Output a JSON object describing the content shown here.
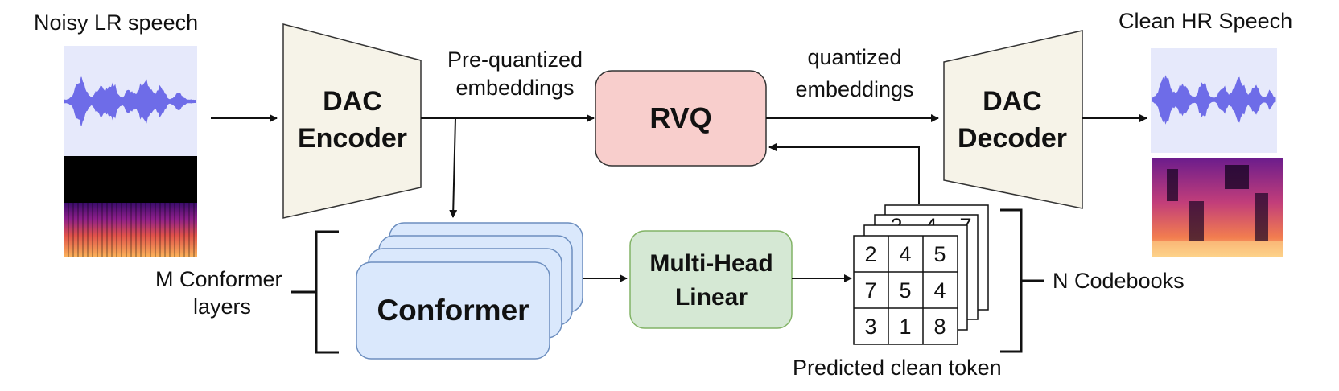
{
  "labels": {
    "input_title": "Noisy LR speech",
    "output_title": "Clean HR Speech",
    "pre_quantized_1": "Pre-quantized",
    "pre_quantized_2": "embeddings",
    "quantized_1": "quantized",
    "quantized_2": "embeddings",
    "m_conformer_1": "M Conformer",
    "m_conformer_2": "layers",
    "n_codebooks": "N Codebooks",
    "predicted": "Predicted clean token"
  },
  "blocks": {
    "encoder_1": "DAC",
    "encoder_2": "Encoder",
    "decoder_1": "DAC",
    "decoder_2": "Decoder",
    "rvq": "RVQ",
    "conformer": "Conformer",
    "mhl_1": "Multi-Head",
    "mhl_2": "Linear"
  },
  "token_grid": {
    "front": [
      [
        "2",
        "4",
        "5"
      ],
      [
        "7",
        "5",
        "4"
      ],
      [
        "3",
        "1",
        "8"
      ]
    ],
    "peek": [
      "2",
      "4",
      "7"
    ]
  },
  "colors": {
    "trapezoid_fill": "#f6f3e8",
    "rvq_fill": "#f8cecc",
    "conformer_fill": "#dae8fc",
    "conformer_stroke": "#6c8ebf",
    "mhl_fill": "#d5e8d4",
    "mhl_stroke": "#82b366",
    "waveform": "#6e6ce8",
    "waveform_bg": "#e6e9fb"
  }
}
